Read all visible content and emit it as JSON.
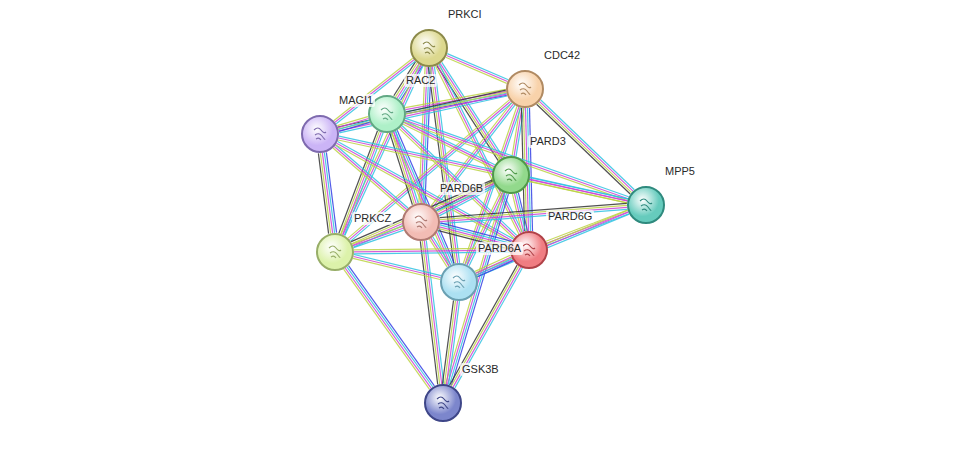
{
  "diagram": {
    "nodes": [
      {
        "text": [
          "PRKCI"
        ]
      },
      {
        "text": [
          "CDC42"
        ]
      },
      {
        "text": [
          "RAC2"
        ]
      },
      {
        "text": [
          "MAGI1"
        ]
      },
      {
        "text": [
          "PARD3"
        ]
      },
      {
        "text": [
          "PARD6B"
        ]
      },
      {
        "text": [
          "MPP5"
        ]
      },
      {
        "text": [
          "PARD6G"
        ]
      },
      {
        "text": [
          "PRKCZ"
        ]
      },
      {
        "text": [
          "PARD6A"
        ]
      },
      {
        "text": [
          "GSK3B"
        ]
      }
    ],
    "edges": [
      {
        "from": 0,
        "to": 2,
        "arrow": "none"
      },
      {
        "from": 0,
        "to": 1,
        "arrow": "none"
      },
      {
        "from": 0,
        "to": 3,
        "arrow": "none"
      },
      {
        "from": 0,
        "to": 4,
        "arrow": "none"
      },
      {
        "from": 0,
        "to": 5,
        "arrow": "none"
      },
      {
        "from": 0,
        "to": 7,
        "arrow": "none"
      },
      {
        "from": 0,
        "to": 9,
        "arrow": "none"
      },
      {
        "from": 0,
        "to": 8,
        "arrow": "none"
      },
      {
        "from": 1,
        "to": 2,
        "arrow": "none"
      },
      {
        "from": 1,
        "to": 3,
        "arrow": "none"
      },
      {
        "from": 1,
        "to": 4,
        "arrow": "none"
      },
      {
        "from": 1,
        "to": 5,
        "arrow": "none"
      },
      {
        "from": 1,
        "to": 7,
        "arrow": "none"
      },
      {
        "from": 1,
        "to": 9,
        "arrow": "none"
      },
      {
        "from": 1,
        "to": 8,
        "arrow": "none"
      },
      {
        "from": 1,
        "to": 6,
        "arrow": "none"
      },
      {
        "from": 2,
        "to": 3,
        "arrow": "none"
      },
      {
        "from": 2,
        "to": 4,
        "arrow": "none"
      },
      {
        "from": 2,
        "to": 5,
        "arrow": "none"
      },
      {
        "from": 2,
        "to": 7,
        "arrow": "none"
      },
      {
        "from": 2,
        "to": 9,
        "arrow": "none"
      },
      {
        "from": 2,
        "to": 8,
        "arrow": "none"
      },
      {
        "from": 2,
        "to": 6,
        "arrow": "none"
      },
      {
        "from": 3,
        "to": 5,
        "arrow": "none"
      },
      {
        "from": 3,
        "to": 8,
        "arrow": "none"
      },
      {
        "from": 3,
        "to": 6,
        "arrow": "none"
      },
      {
        "from": 3,
        "to": 7,
        "arrow": "none"
      },
      {
        "from": 4,
        "to": 5,
        "arrow": "none"
      },
      {
        "from": 4,
        "to": 7,
        "arrow": "none"
      },
      {
        "from": 4,
        "to": 9,
        "arrow": "none"
      },
      {
        "from": 4,
        "to": 8,
        "arrow": "none"
      },
      {
        "from": 4,
        "to": 6,
        "arrow": "none"
      },
      {
        "from": 4,
        "to": 10,
        "arrow": "none"
      },
      {
        "from": 6,
        "to": 5,
        "arrow": "none"
      },
      {
        "from": 6,
        "to": 7,
        "arrow": "none"
      },
      {
        "from": 6,
        "to": 9,
        "arrow": "none"
      },
      {
        "from": 5,
        "to": 7,
        "arrow": "none"
      },
      {
        "from": 5,
        "to": 9,
        "arrow": "none"
      },
      {
        "from": 5,
        "to": 8,
        "arrow": "none"
      },
      {
        "from": 5,
        "to": 10,
        "arrow": "none"
      },
      {
        "from": 7,
        "to": 9,
        "arrow": "none"
      },
      {
        "from": 7,
        "to": 8,
        "arrow": "none"
      },
      {
        "from": 7,
        "to": 10,
        "arrow": "none"
      },
      {
        "from": 8,
        "to": 9,
        "arrow": "none"
      },
      {
        "from": 8,
        "to": 10,
        "arrow": "none"
      },
      {
        "from": 9,
        "to": 10,
        "arrow": "none"
      }
    ]
  }
}
